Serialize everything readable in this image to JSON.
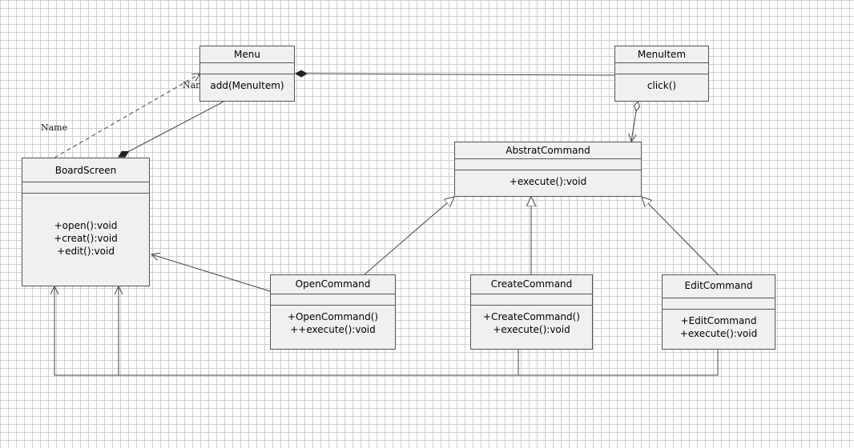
{
  "classes": {
    "menu": {
      "name": "Menu",
      "ops": [
        "add(MenuItem)"
      ]
    },
    "menuitem": {
      "name": "MenuItem",
      "ops": [
        "click()"
      ]
    },
    "abstract": {
      "name": "AbstratCommand",
      "ops": [
        "+execute():void"
      ]
    },
    "board": {
      "name": "BoardScreen",
      "ops": [
        "+open():void",
        "+creat():void",
        "+edit():void"
      ]
    },
    "open": {
      "name": "OpenCommand",
      "ops": [
        "+OpenCommand()",
        "++execute():void"
      ]
    },
    "create": {
      "name": "CreateCommand",
      "ops": [
        "+CreateCommand()",
        "+execute():void"
      ]
    },
    "edit": {
      "name": "EditCommand",
      "ops": [
        "+EditCommand",
        "+execute():void"
      ]
    }
  },
  "labels": {
    "dep_name_1": "Name",
    "dep_name_2": "Name"
  }
}
